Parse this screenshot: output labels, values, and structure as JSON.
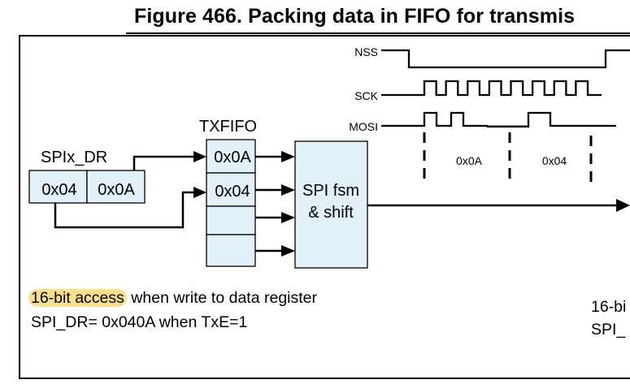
{
  "figure": {
    "title": "Figure 466. Packing data in FIFO for transmis"
  },
  "colors": {
    "box_fill": "#e1f0f9",
    "stroke": "#000000",
    "highlight": "#fbe08c",
    "value_text": "#1a1a2e"
  },
  "register": {
    "label": "SPIx_DR",
    "cells": [
      "0x04",
      "0x0A"
    ]
  },
  "fifo": {
    "label": "TXFIFO",
    "cells": [
      "0x0A",
      "0x04",
      "",
      ""
    ]
  },
  "engine": {
    "line1": "SPI fsm",
    "line2": "& shift"
  },
  "signals": {
    "nss": "NSS",
    "sck": "SCK",
    "mosi": "MOSI",
    "sck_pulses": 8,
    "frames": [
      "0x0A",
      "0x04"
    ]
  },
  "notes": {
    "highlight": "16-bit access",
    "line1_rest": " when write to data register",
    "line2": "SPI_DR= 0x040A when TxE=1"
  },
  "right_notes": {
    "line1": "16-bi",
    "line2": "SPI_"
  }
}
